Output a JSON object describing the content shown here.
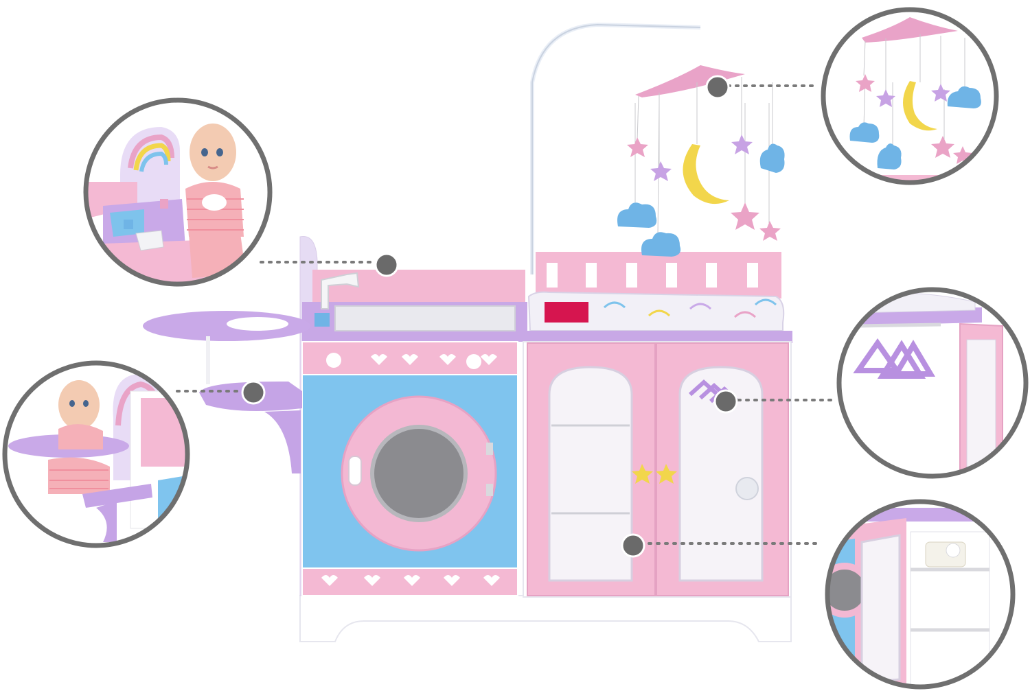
{
  "product": {
    "type": "doll-nursery-play-station",
    "features": [
      {
        "name": "sink-bath-station",
        "icon": "bath-sink-icon"
      },
      {
        "name": "high-chair",
        "icon": "high-chair-icon"
      },
      {
        "name": "crib-mobile",
        "icon": "mobile-icon"
      },
      {
        "name": "wardrobe-hangers",
        "icon": "hanger-icon"
      },
      {
        "name": "storage-shelves",
        "icon": "shelves-icon"
      }
    ]
  },
  "colors": {
    "pink": "#f4b9d3",
    "pink_dark": "#e79cbf",
    "blue": "#7ec3ec",
    "lavender": "#c9a9e8",
    "white": "#ffffff",
    "callout_ring": "#6f6f6f",
    "callout_dot": "#6a6a6a",
    "yellow": "#f2d64b",
    "cloud_blue": "#6fb4e6",
    "star_lilac": "#c7a2e4",
    "star_pink": "#eaa3c6"
  }
}
